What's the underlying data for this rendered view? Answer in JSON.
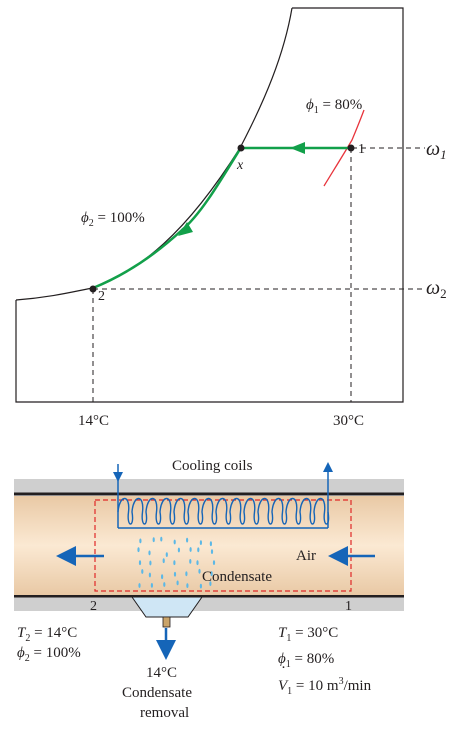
{
  "psychrometric_chart": {
    "phi1_prefix": "ϕ",
    "phi1_sub": "1",
    "phi1_value": " = 80%",
    "phi2_prefix": "ϕ",
    "phi2_sub": "2",
    "phi2_value": " = 100%",
    "omega1_prefix": "ω",
    "omega1_sub": "1",
    "omega2_prefix": "ω",
    "omega2_sub": "2",
    "point_1": "1",
    "point_2": "2",
    "point_x": "x",
    "temp_left": "14°C",
    "temp_right": "30°C"
  },
  "apparatus": {
    "cooling_coils": "Cooling coils",
    "air": "Air",
    "condensate": "Condensate",
    "station_1": "1",
    "station_2": "2",
    "exit_T_prefix": "T",
    "exit_T_sub": "2",
    "exit_T_value": " = 14°C",
    "exit_phi_prefix": "ϕ",
    "exit_phi_sub": "2",
    "exit_phi_value": " = 100%",
    "inlet_T_prefix": "T",
    "inlet_T_sub": "1",
    "inlet_T_value": " = 30°C",
    "inlet_phi_prefix": "ϕ",
    "inlet_phi_sub": "1",
    "inlet_phi_value": " = 80%",
    "inlet_V_prefix": "V",
    "inlet_V_dot": "·",
    "inlet_V_sub": "1",
    "inlet_V_value": " = 10 m",
    "inlet_V_sup": "3",
    "inlet_V_unit": "/min",
    "condensate_temp": "14°C",
    "condensate_removal_line1": "Condensate",
    "condensate_removal_line2": "removal"
  },
  "colors": {
    "process_line": "#12a04a",
    "rh_curve": "#e8343c",
    "flow_arrow": "#1565b8",
    "duct_fill": "#f4dcc0",
    "duct_wall": "#cfcfcf",
    "droplets": "#5cb8e6",
    "enclosure": "#e02828"
  }
}
